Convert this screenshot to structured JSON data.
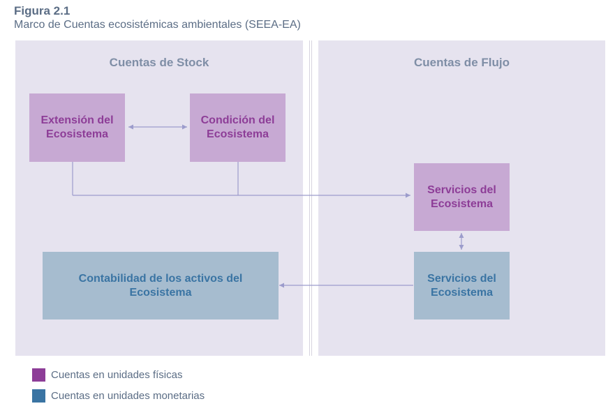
{
  "figure": {
    "label": "Figura 2.1",
    "title": "Marco de Cuentas ecosistémicas ambientales (SEEA-EA)"
  },
  "panels": {
    "stock": {
      "title": "Cuentas de Stock"
    },
    "flujo": {
      "title": "Cuentas de Flujo"
    }
  },
  "boxes": {
    "extension": {
      "label": "Extensión del\nEcosistema"
    },
    "condicion": {
      "label": "Condición del\nEcosistema"
    },
    "servicios_fisicos": {
      "label": "Servicios del\nEcosistema"
    },
    "servicios_monetarios": {
      "label": "Servicios del\nEcosistema"
    },
    "activos": {
      "label": "Contabilidad de los activos del\nEcosistema"
    }
  },
  "legend": {
    "physical": {
      "label": "Cuentas en unidades físicas",
      "color": "#8d3d97"
    },
    "monetary": {
      "label": "Cuentas en unidades monetarias",
      "color": "#3a74a3"
    }
  },
  "colors": {
    "panel_bg": "#e6e3ef",
    "physical_box": "#c7a9d3",
    "monetary_box": "#a6bccf",
    "connector": "#9c9ccc"
  }
}
